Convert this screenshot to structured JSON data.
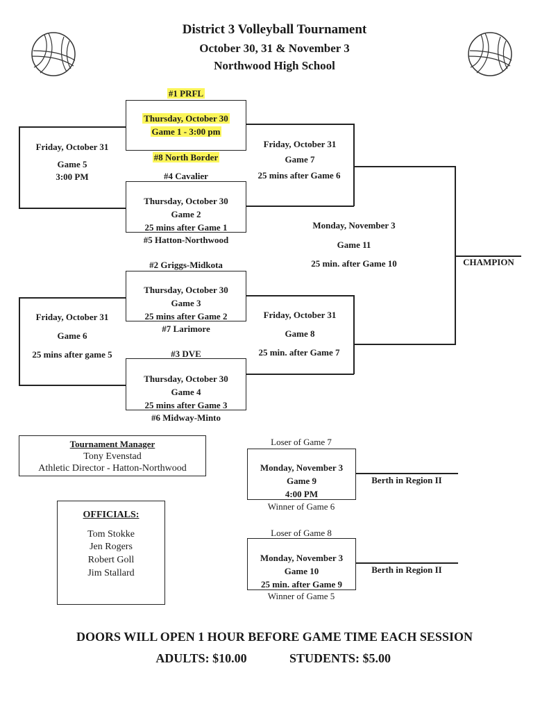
{
  "header": {
    "title": "District 3 Volleyball Tournament",
    "dates": "October 30, 31 & November 3",
    "venue": "Northwood High School"
  },
  "seeds": {
    "s1": "#1 PRFL",
    "s8": "#8 North Border",
    "s4": "#4 Cavalier",
    "s5": "#5 Hatton-Northwood",
    "s2": "#2 Griggs-Midkota",
    "s7": "#7 Larimore",
    "s3": "#3 DVE",
    "s6": "#6 Midway-Minto"
  },
  "games": {
    "g1": {
      "day": "Thursday, October 30",
      "game": "Game 1 - 3:00 pm"
    },
    "g2": {
      "day": "Thursday, October 30",
      "game": "Game 2",
      "time": "25 mins after Game 1"
    },
    "g3": {
      "day": "Thursday, October 30",
      "game": "Game 3",
      "time": "25 mins after Game 2"
    },
    "g4": {
      "day": "Thursday, October 30",
      "game": "Game 4",
      "time": "25 mins after Game 3"
    },
    "g5": {
      "day": "Friday, October 31",
      "game": "Game 5",
      "time": "3:00 PM"
    },
    "g6": {
      "day": "Friday, October 31",
      "game": "Game 6",
      "time": "25 mins after game 5"
    },
    "g7": {
      "day": "Friday, October 31",
      "game": "Game 7",
      "time": "25 mins after Game 6"
    },
    "g8": {
      "day": "Friday, October 31",
      "game": "Game 8",
      "time": "25 min. after Game 7"
    },
    "g9": {
      "day": "Monday, November 3",
      "game": "Game 9",
      "time": "4:00 PM",
      "top": "Loser of Game 7",
      "bottom": "Winner of Game 6",
      "result": "Berth in Region II"
    },
    "g10": {
      "day": "Monday, November 3",
      "game": "Game 10",
      "time": "25 min. after Game 9",
      "top": "Loser of Game 8",
      "bottom": "Winner of Game 5",
      "result": "Berth in Region II"
    },
    "g11": {
      "day": "Monday, November 3",
      "game": "Game 11",
      "time": "25 min. after Game 10"
    }
  },
  "champion": "CHAMPION",
  "manager": {
    "heading": "Tournament Manager",
    "name": "Tony Evenstad",
    "role": "Athletic Director - Hatton-Northwood"
  },
  "officials": {
    "heading": "OFFICIALS:",
    "names": [
      "Tom Stokke",
      "Jen Rogers",
      "Robert Goll",
      "Jim Stallard"
    ]
  },
  "footer": {
    "doors": "DOORS WILL OPEN 1 HOUR BEFORE GAME TIME EACH SESSION",
    "adults": "ADULTS:  $10.00",
    "students": "STUDENTS:  $5.00"
  },
  "colors": {
    "highlight": "#fbf55a",
    "ink": "#1a1a1a"
  }
}
